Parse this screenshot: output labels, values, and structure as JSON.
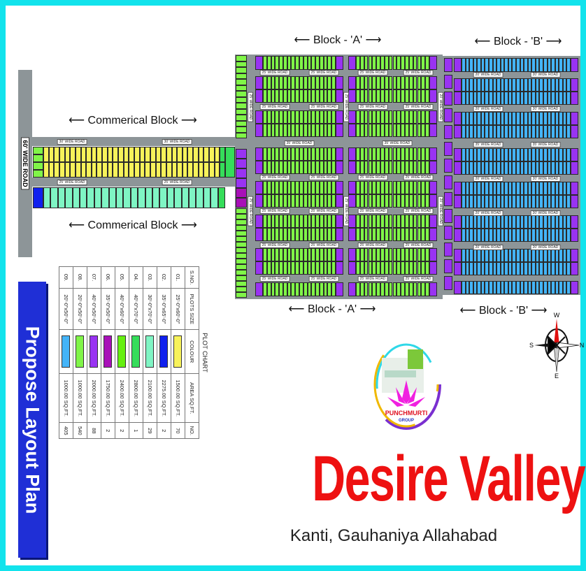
{
  "blocks": {
    "block_a_top": "⟵  Block - 'A'  ⟶",
    "block_b_top": "⟵  Block - 'B'  ⟶",
    "block_a_bottom": "⟵  Block - 'A'  ⟶",
    "block_b_bottom": "⟵  Block - 'B'  ⟶",
    "commercial_top": "⟵  Commerical Block  ⟶",
    "commercial_bottom": "⟵  Commerical Block  ⟶"
  },
  "roads": {
    "main": "60' WIDE ROAD",
    "r30": "30' WIDE ROAD",
    "r25": "25' WIDE ROAD",
    "r35": "35' WIDE ROAD",
    "r20": "20' WIDE ROAD"
  },
  "plot_chart": {
    "title": "PLOT CHART",
    "headers": [
      "S.NO.",
      "PLOTS SIZE",
      "COLOUR",
      "AREA SQ.FT.",
      "NO."
    ],
    "rows": [
      {
        "sno": "01.",
        "size": "25'-0\"x60'-0\"",
        "color": "#f7f25a",
        "area": "1500.00 SQ.FT.",
        "no": "70"
      },
      {
        "sno": "02.",
        "size": "35'-0\"x65'-0\"",
        "color": "#1020ee",
        "area": "2275.00 SQ.FT.",
        "no": "2"
      },
      {
        "sno": "03.",
        "size": "30'-0\"x70'-0\"",
        "color": "#7ff5c4",
        "area": "2100.00 SQ.FT.",
        "no": "29"
      },
      {
        "sno": "04.",
        "size": "40'-0\"x70'-0\"",
        "color": "#35dd5a",
        "area": "2800.00 SQ.FT.",
        "no": "1"
      },
      {
        "sno": "05.",
        "size": "40'-0\"x60'-0\"",
        "color": "#66f010",
        "area": "2400.00 SQ.FT.",
        "no": "2"
      },
      {
        "sno": "06.",
        "size": "35'-0\"x50'-0\"",
        "color": "#a810b8",
        "area": "1750.00 SQ.FT.",
        "no": "2"
      },
      {
        "sno": "07.",
        "size": "40'-0\"x50'-0\"",
        "color": "#9933f2",
        "area": "2000.00 SQ.FT.",
        "no": "88"
      },
      {
        "sno": "08.",
        "size": "20'-0\"x50'-0\"",
        "color": "#80f548",
        "area": "1000.00 SQ.FT.",
        "no": "540"
      },
      {
        "sno": "09.",
        "size": "20'-0\"x50'-0\"",
        "color": "#44b4f8",
        "area": "1000.00 SQ.FT.",
        "no": "405"
      }
    ]
  },
  "banner": "Propose Layout Plan",
  "logo": {
    "name": "PUNCHMURTI",
    "sub": "GROUP"
  },
  "compass": {
    "w": "W",
    "s": "S",
    "n": "N",
    "e": "E"
  },
  "project": {
    "title": "Desire Valley",
    "address": "Kanti, Gauhaniya Allahabad"
  },
  "colors": {
    "road": "#8d9598",
    "green": "#80f548",
    "purple": "#9933f2",
    "blue": "#44b4f8",
    "yellow": "#f7f25a",
    "mint": "#7ff5c4",
    "border": "#12e3ec"
  }
}
